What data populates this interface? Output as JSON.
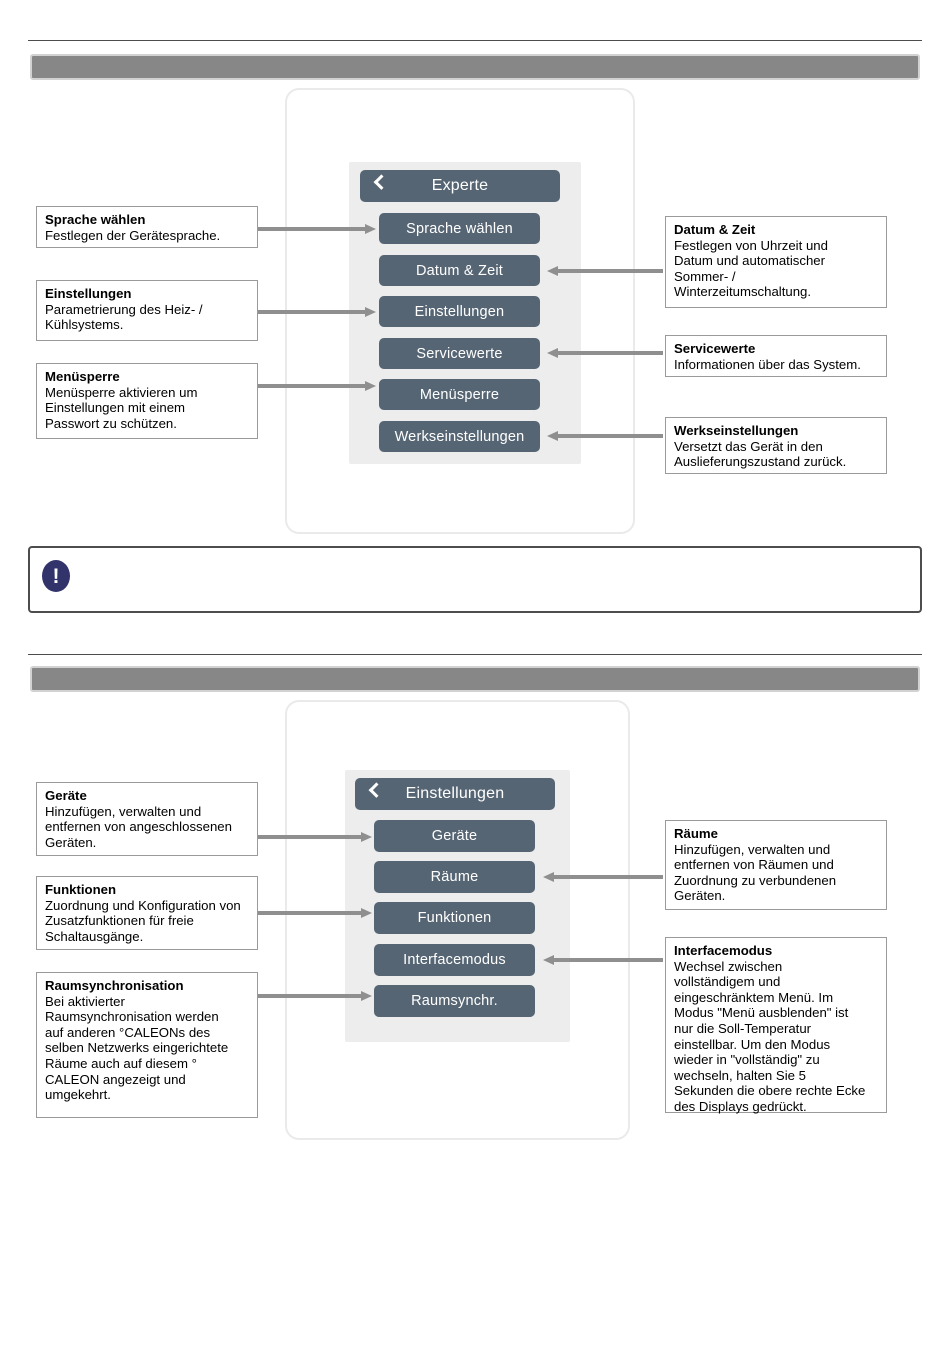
{
  "document": {
    "title": "Experte / Einstellungen Menüübersicht"
  },
  "sections": [
    {
      "id": "experte",
      "bar_label": "",
      "device": {
        "header": {
          "label": "Experte",
          "back_icon": "chevron-left-icon"
        },
        "buttons": [
          {
            "label": "Sprache wählen"
          },
          {
            "label": "Datum & Zeit"
          },
          {
            "label": "Einstellungen"
          },
          {
            "label": "Servicewerte"
          },
          {
            "label": "Menüsperre"
          },
          {
            "label": "Werkseinstellungen"
          }
        ]
      },
      "callouts_left": [
        {
          "title": "Sprache wählen",
          "body": "Festlegen der Gerätesprache."
        },
        {
          "title": "Einstellungen",
          "body": "Parametrierung des Heiz- /\nKühlsystems."
        },
        {
          "title": "Menüsperre",
          "body": "Menüsperre aktivieren um\nEinstellungen mit einem\nPasswort zu schützen."
        }
      ],
      "callouts_right": [
        {
          "title": "Datum & Zeit",
          "body": "Festlegen von Uhrzeit und\nDatum und automatischer\nSommer- /\nWinterzeitumschaltung."
        },
        {
          "title": "Servicewerte",
          "body": "Informationen über das System."
        },
        {
          "title": "Werkseinstellungen",
          "body": "Versetzt das Gerät in den\nAuslieferungszustand zurück."
        }
      ]
    },
    {
      "id": "einstellungen",
      "bar_label": "",
      "device": {
        "header": {
          "label": "Einstellungen",
          "back_icon": "chevron-left-icon"
        },
        "buttons": [
          {
            "label": "Geräte"
          },
          {
            "label": "Räume"
          },
          {
            "label": "Funktionen"
          },
          {
            "label": "Interfacemodus"
          },
          {
            "label": "Raumsynchr."
          }
        ]
      },
      "callouts_left": [
        {
          "title": "Geräte",
          "body": "Hinzufügen, verwalten und\nentfernen von angeschlossenen\nGeräten."
        },
        {
          "title": "Funktionen",
          "body": "Zuordnung und Konfiguration von\nZusatzfunktionen für freie\nSchaltausgänge."
        },
        {
          "title": "Raumsynchronisation",
          "body": "Bei aktivierter\nRaumsynchronisation werden\nauf anderen °CALEONs des\nselben Netzwerks eingerichtete\nRäume auch auf diesem °\nCALEON angezeigt und\numgekehrt."
        }
      ],
      "callouts_right": [
        {
          "title": "Räume",
          "body": "Hinzufügen, verwalten und\nentfernen von Räumen und\nZuordnung zu verbundenen\nGeräten."
        },
        {
          "title": "Interfacemodus",
          "body": "Wechsel zwischen\nvollständigem und\neingeschränktem Menü. Im\nModus \"Menü ausblenden\" ist\nnur die Soll-Temperatur\neinstellbar. Um den Modus\nwieder in \"vollständig\" zu\nwechseln, halten Sie 5\nSekunden die obere rechte Ecke\ndes Displays gedrückt."
        }
      ]
    }
  ],
  "note": {
    "icon": "exclamation-circle-icon",
    "icon_glyph": "!",
    "text": ""
  },
  "colors": {
    "menu_button": "#566573",
    "section_bar": "#878787",
    "section_bar_border": "#d2d2d2",
    "device_screen": "#ededed",
    "arrow": "#8f8f8f",
    "note_icon": "#33336b",
    "callout_border": "#9a9a9a",
    "rule": "#4d4d4d"
  }
}
